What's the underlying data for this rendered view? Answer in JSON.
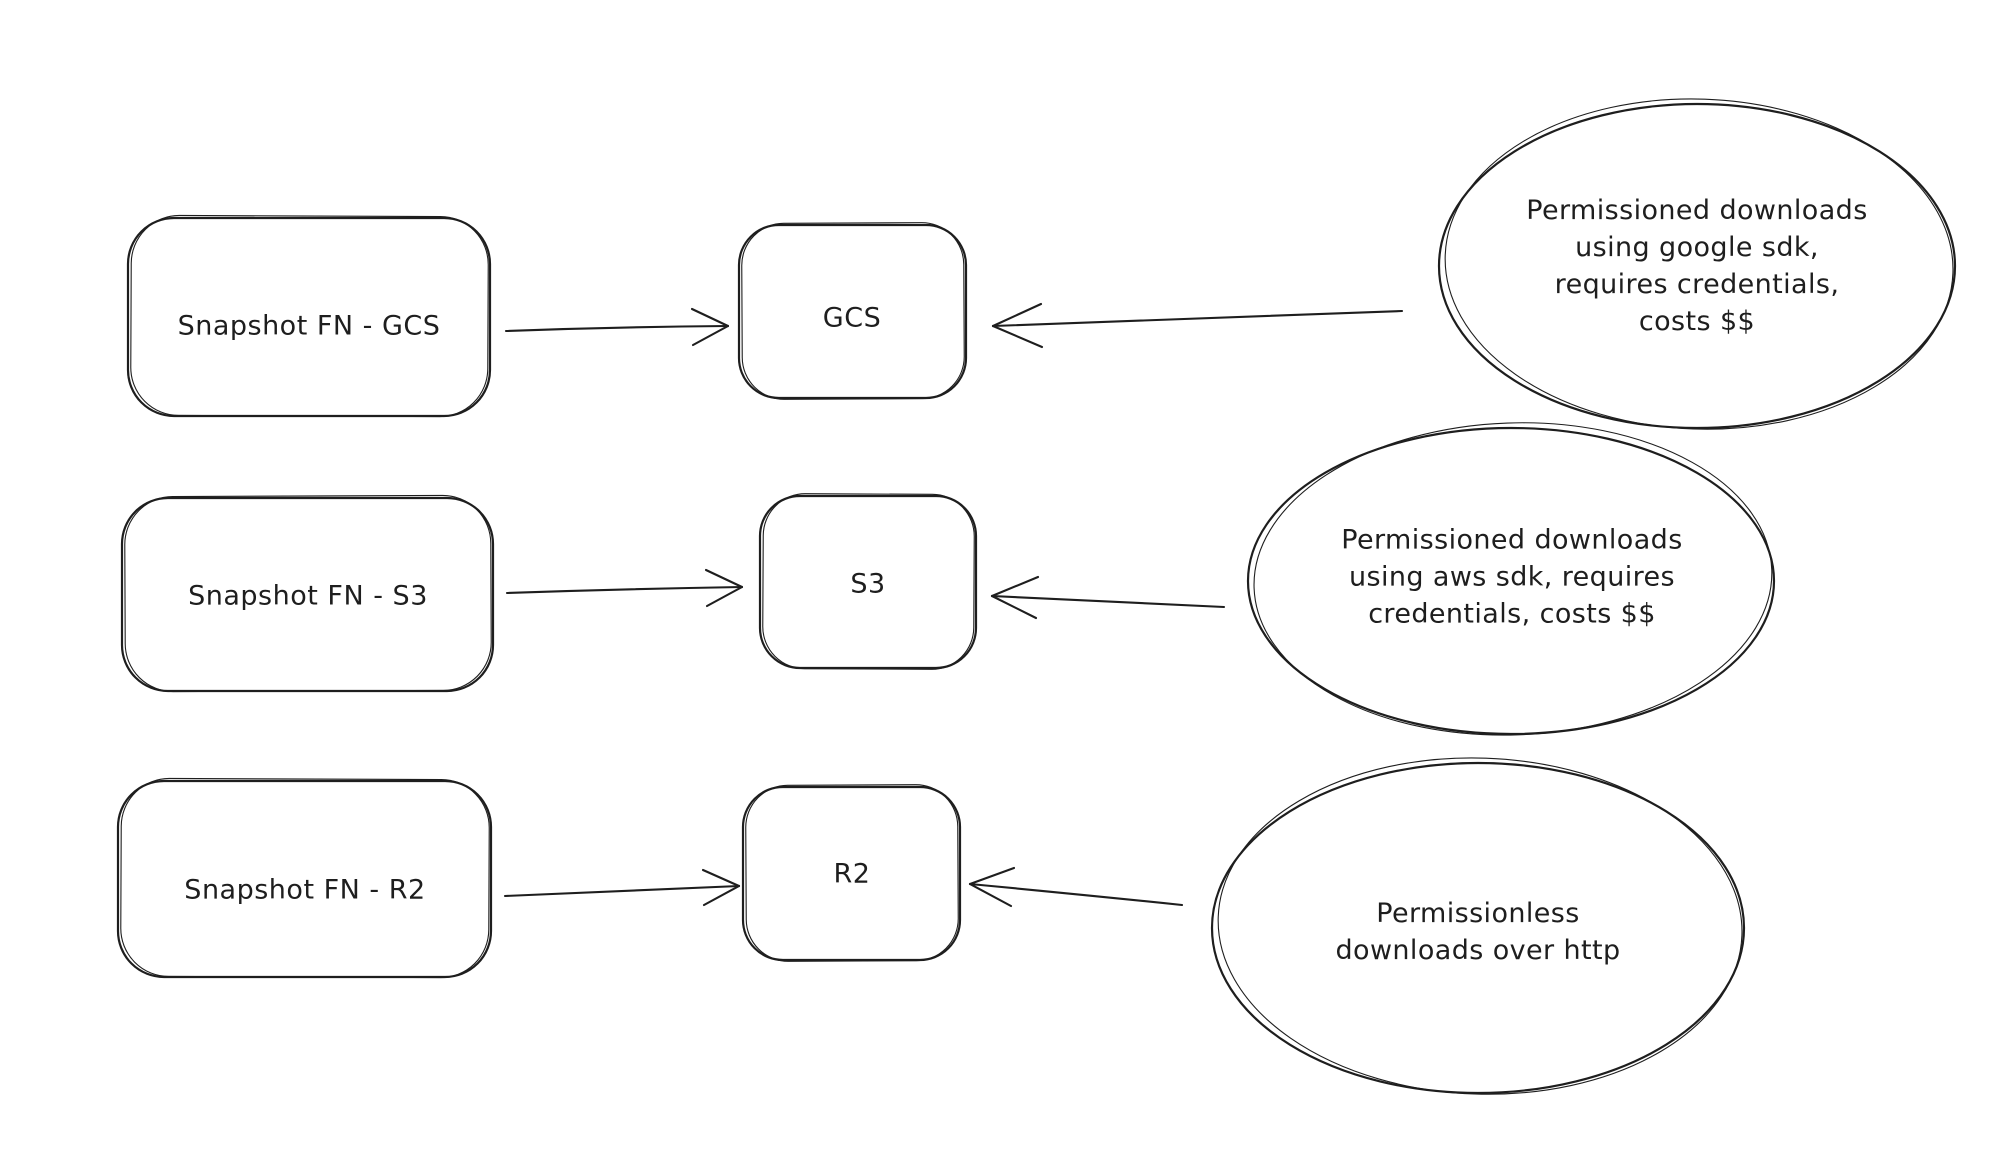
{
  "page": {
    "background_color": "#ffffff",
    "stroke_color": "#1e1e1e",
    "text_color": "#1e1e1e"
  },
  "diagram": {
    "rows": [
      {
        "source_label": "Snapshot FN - GCS",
        "target_label": "GCS",
        "note_text": "Permissioned downloads using google sdk, requires credentials, costs $$",
        "note_lines": [
          "Permissioned downloads",
          "using google sdk,",
          "requires credentials,",
          "costs $$"
        ]
      },
      {
        "source_label": "Snapshot FN - S3",
        "target_label": "S3",
        "note_text": "Permissioned downloads using aws sdk, requires credentials, costs $$",
        "note_lines": [
          "Permissioned downloads",
          "using aws sdk, requires",
          "credentials, costs $$"
        ]
      },
      {
        "source_label": "Snapshot FN - R2",
        "target_label": "R2",
        "note_text": "Permissionless downloads over http",
        "note_lines": [
          "Permissionless",
          "downloads over http"
        ]
      }
    ]
  }
}
